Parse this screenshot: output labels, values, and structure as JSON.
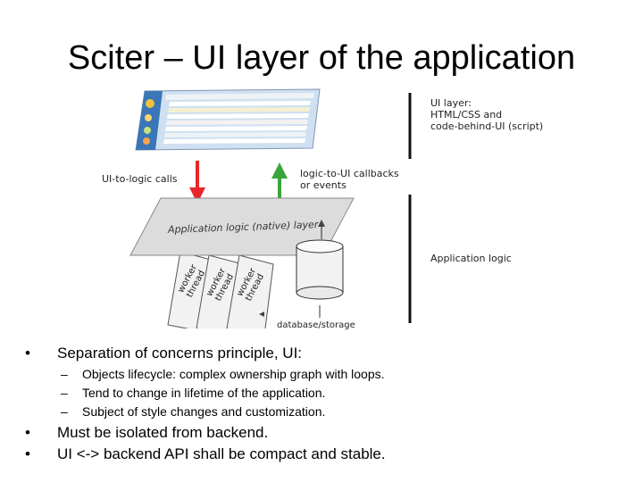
{
  "slide": {
    "title": "Sciter – UI layer of the application"
  },
  "diagram": {
    "ui_layer_label": [
      "UI layer:",
      "HTML/CSS and",
      "code-behind-UI (script)"
    ],
    "ui_to_logic_label": "UI-to-logic calls",
    "logic_to_ui_label": [
      "logic-to-UI callbacks",
      "or events"
    ],
    "logic_layer_text": "Application logic (native) layer",
    "application_logic_label": "Application logic",
    "worker_thread_label": [
      "worker",
      "thread"
    ],
    "database_label": "database/storage",
    "colors": {
      "down_arrow": "#e8262a",
      "up_arrow": "#3aa53a",
      "bracket": "#111111"
    }
  },
  "bullets": [
    {
      "text": "Separation of concerns principle, UI:",
      "sub": [
        "Objects lifecycle: complex ownership graph with loops.",
        "Tend to change in lifetime of the application.",
        "Subject of style changes and customization."
      ]
    },
    {
      "text": "Must be isolated from backend."
    },
    {
      "text": "UI <-> backend API shall be compact and stable."
    }
  ],
  "symbols": {
    "bullet": "•",
    "dash": "–"
  }
}
